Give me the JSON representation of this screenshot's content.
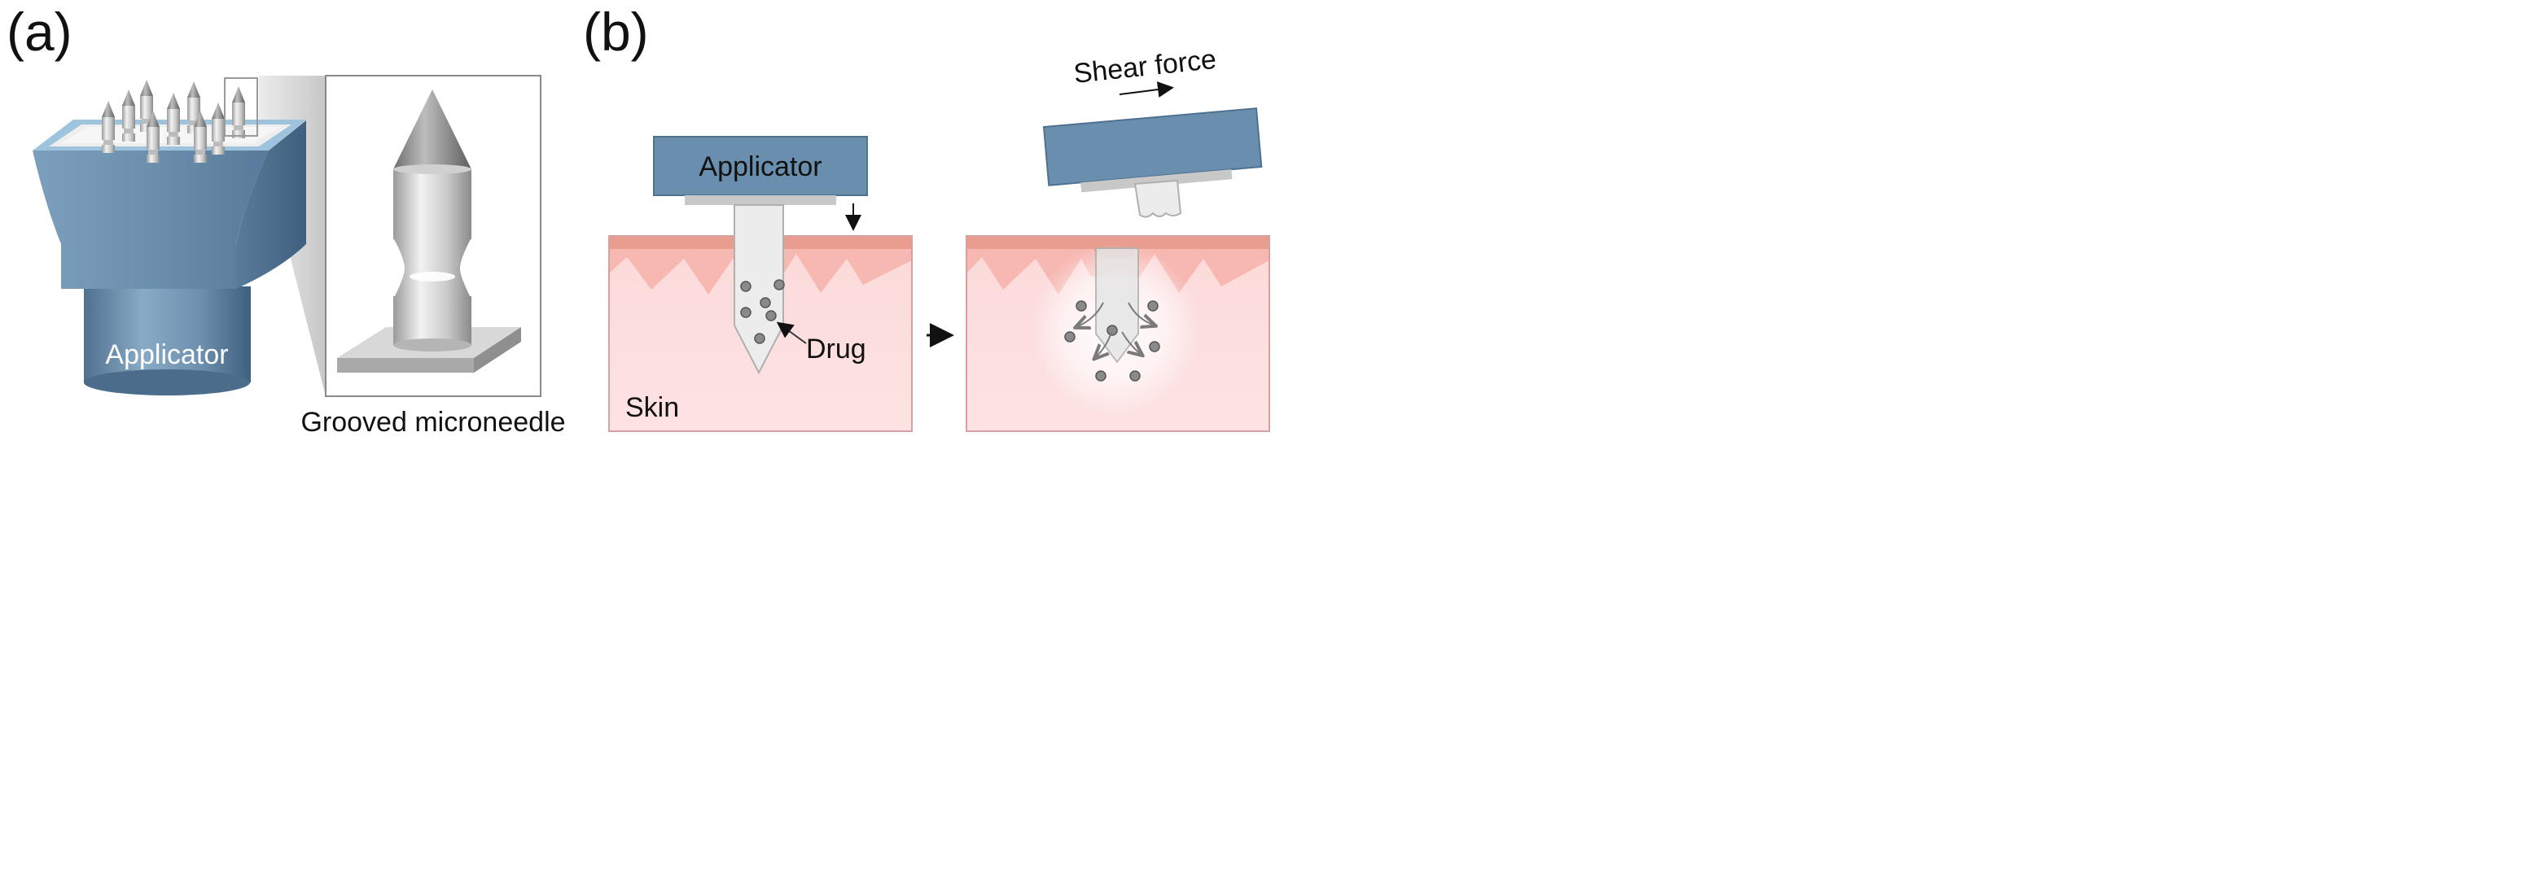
{
  "panel_a": {
    "label": "(a)",
    "applicator_label": "Applicator",
    "caption": "Grooved microneedle"
  },
  "panel_b": {
    "label": "(b)",
    "applicator_label": "Applicator",
    "drug_label": "Drug",
    "skin_label": "Skin",
    "shear_label": "Shear force"
  },
  "colors": {
    "applicator_blue": "#6a8fae",
    "applicator_dark": "#4f7190",
    "skin_pink": "#fbd3d3",
    "epidermis": "#f3a7a0",
    "needle_gray": "#e6e6e6",
    "drug_dot": "#8a8a8a"
  }
}
